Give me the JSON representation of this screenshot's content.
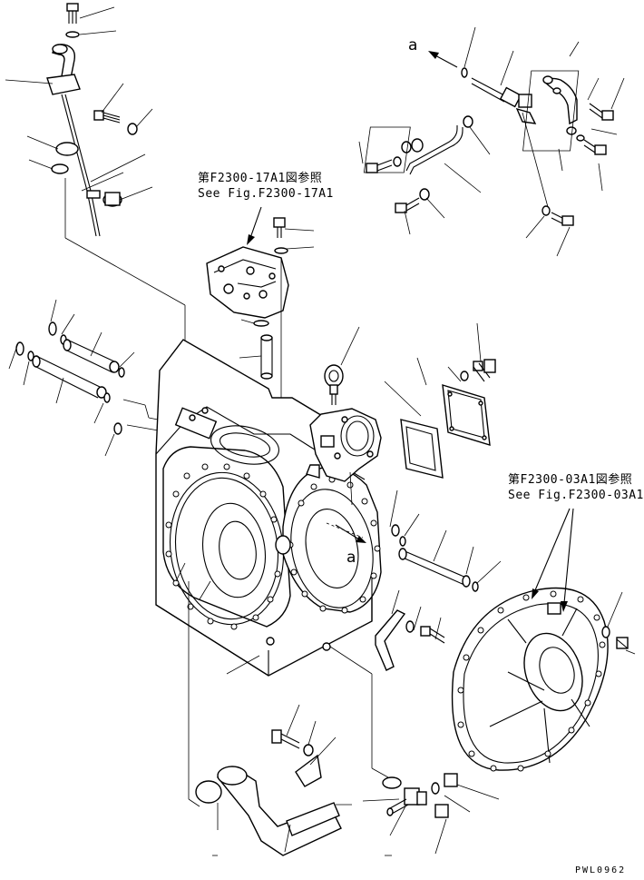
{
  "references": {
    "top_jp": "第F2300-17A1図参照",
    "top_en": "See Fig.F2300-17A1",
    "right_jp": "第F2300-03A1図参照",
    "right_en": "See Fig.F2300-03A1"
  },
  "markers": {
    "top": "a",
    "middle": "a"
  },
  "drawing_code": "PWL0962"
}
